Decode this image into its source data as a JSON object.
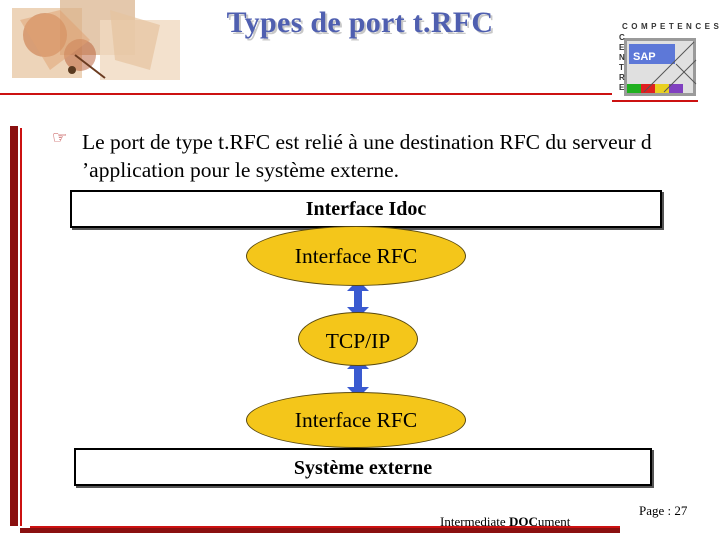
{
  "header": {
    "title": "Types de port t.RFC",
    "logo": {
      "word": "COMPETENCES",
      "side_letters": "CENTRE",
      "badge": "SAP"
    }
  },
  "content": {
    "bullet_text": "Le port de type t.RFC est relié à une destination RFC du serveur d ’application pour le système externe."
  },
  "diagram": {
    "top_box": "Interface Idoc",
    "upper_ellipse": "Interface RFC",
    "middle_ellipse": "TCP/IP",
    "lower_ellipse": "Interface RFC",
    "bottom_box": "Système externe"
  },
  "footer": {
    "doc_prefix": "Intermediate ",
    "doc_bold": "DOC",
    "doc_suffix": "ument",
    "page": "Page : 27"
  },
  "colors": {
    "title": "#4f5fb0",
    "frame": "#cc1111",
    "ellipse_fill": "#f4c61a",
    "arrow": "#3a5ad0"
  }
}
